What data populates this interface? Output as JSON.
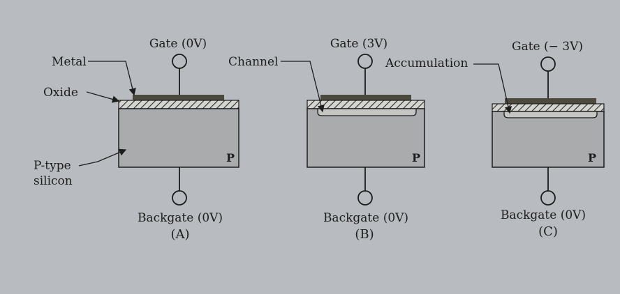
{
  "colors": {
    "page": "#b8bcc0",
    "silicon": "#a9abad",
    "metal": "#4c4a3e",
    "oxide_fill": "#d4d4d0",
    "oxide_hatch": "#2a2a2a",
    "channel": "#c5c6c4",
    "line": "#1c1c1c"
  },
  "annotations": {
    "metal": "Metal",
    "oxide": "Oxide",
    "ptype_line1": "P-type",
    "ptype_line2": "silicon",
    "channel": "Channel",
    "accumulation": "Accumulation"
  },
  "devices": [
    {
      "gate_label": "Gate (0V)",
      "backgate_label": "Backgate (0V)",
      "substrate_label": "P",
      "caption": "(A)"
    },
    {
      "gate_label": "Gate (3V)",
      "backgate_label": "Backgate (0V)",
      "substrate_label": "P",
      "caption": "(B)"
    },
    {
      "gate_label": "Gate (− 3V)",
      "backgate_label": "Backgate (0V)",
      "substrate_label": "P",
      "caption": "(C)"
    }
  ]
}
